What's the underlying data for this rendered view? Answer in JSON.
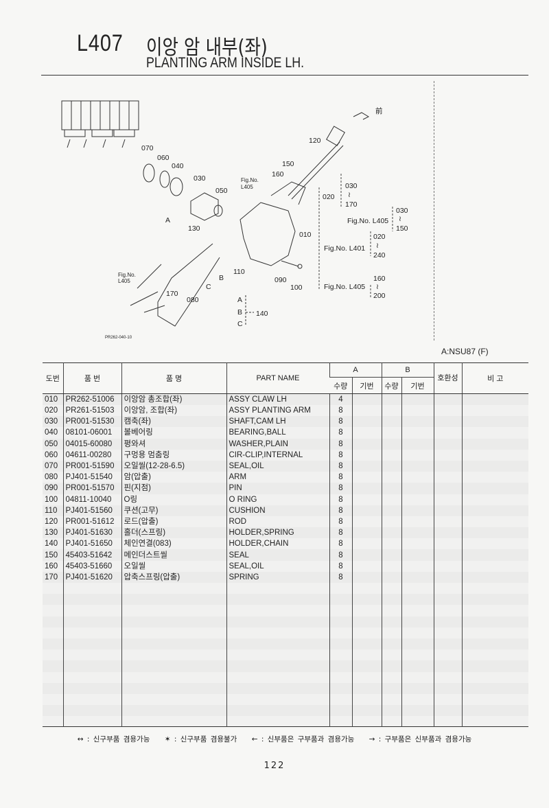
{
  "header": {
    "code": "L407",
    "title_ko": "이앙 암 내부(좌)",
    "title_en": "PLANTING ARM INSIDE LH."
  },
  "diagram": {
    "front_label": "前",
    "callouts": [
      "120",
      "070",
      "060",
      "040",
      "150",
      "160",
      "030",
      "050",
      "Fig.No.",
      "L405",
      "130",
      "A",
      "110",
      "B",
      "C",
      "090",
      "100",
      "170",
      "080",
      "Fig.No.",
      "L405",
      "A",
      "B",
      "C",
      "140"
    ],
    "drawing_code": "PR262-040-10",
    "tree": {
      "n010": "010",
      "n020": "020",
      "r1a": "030",
      "r1b": "170",
      "fig1": "Fig.No. L405",
      "r2a": "030",
      "r2b": "150",
      "fig2": "Fig.No. L401",
      "r3a": "020",
      "r3b": "240",
      "fig3": "Fig.No. L405",
      "r4a": "160",
      "r4b": "200",
      "tilde": "≀"
    }
  },
  "model_label": "A:NSU87 (F)",
  "table": {
    "headers": {
      "ref": "도번",
      "part_no": "품  번",
      "name_ko": "품     명",
      "part_name": "PART NAME",
      "a": "A",
      "b": "B",
      "qty": "수량",
      "serial": "기번",
      "compat": "호환성",
      "remarks": "비   고"
    },
    "rows": [
      {
        "ref": "010",
        "part_no": "PR262-51006",
        "name_ko": "이앙암 총조합(좌)",
        "part_name": "ASSY CLAW LH",
        "qty_a": "4"
      },
      {
        "ref": "020",
        "part_no": "PR261-51503",
        "name_ko": "이앙암, 조합(좌)",
        "part_name": "ASSY PLANTING ARM",
        "qty_a": "8"
      },
      {
        "ref": "030",
        "part_no": "PR001-51530",
        "name_ko": "캠축(좌)",
        "part_name": "SHAFT,CAM LH",
        "qty_a": "8"
      },
      {
        "ref": "040",
        "part_no": "08101-06001",
        "name_ko": "볼베어링",
        "part_name": "BEARING,BALL",
        "qty_a": "8"
      },
      {
        "ref": "050",
        "part_no": "04015-60080",
        "name_ko": "평와셔",
        "part_name": "WASHER,PLAIN",
        "qty_a": "8"
      },
      {
        "ref": "060",
        "part_no": "04611-00280",
        "name_ko": "구멍용 멈춤링",
        "part_name": "CIR-CLIP,INTERNAL",
        "qty_a": "8"
      },
      {
        "ref": "070",
        "part_no": "PR001-51590",
        "name_ko": "오일씰(12-28-6.5)",
        "part_name": "SEAL,OIL",
        "qty_a": "8"
      },
      {
        "ref": "080",
        "part_no": "PJ401-51540",
        "name_ko": "암(압출)",
        "part_name": "ARM",
        "qty_a": "8"
      },
      {
        "ref": "090",
        "part_no": "PR001-51570",
        "name_ko": "핀(지점)",
        "part_name": "PIN",
        "qty_a": "8"
      },
      {
        "ref": "100",
        "part_no": "04811-10040",
        "name_ko": "O링",
        "part_name": "O RING",
        "qty_a": "8"
      },
      {
        "ref": "110",
        "part_no": "PJ401-51560",
        "name_ko": "쿠션(고무)",
        "part_name": "CUSHION",
        "qty_a": "8"
      },
      {
        "ref": "120",
        "part_no": "PR001-51612",
        "name_ko": "로드(압출)",
        "part_name": "ROD",
        "qty_a": "8"
      },
      {
        "ref": "130",
        "part_no": "PJ401-51630",
        "name_ko": "홀더(스프링)",
        "part_name": "HOLDER,SPRING",
        "qty_a": "8"
      },
      {
        "ref": "140",
        "part_no": "PJ401-51650",
        "name_ko": "체인연결(083)",
        "part_name": "HOLDER,CHAIN",
        "qty_a": "8"
      },
      {
        "ref": "150",
        "part_no": "45403-51642",
        "name_ko": "메인더스트씰",
        "part_name": "SEAL",
        "qty_a": "8"
      },
      {
        "ref": "160",
        "part_no": "45403-51660",
        "name_ko": "오일씰",
        "part_name": "SEAL,OIL",
        "qty_a": "8"
      },
      {
        "ref": "170",
        "part_no": "PJ401-51620",
        "name_ko": "압축스프링(압출)",
        "part_name": "SPRING",
        "qty_a": "8"
      }
    ]
  },
  "legend": [
    "↔ : 신구부품 겸용가능",
    "✶ : 신구부품 겸용불가",
    "← : 신부품은 구부품과 겸용가능",
    "→ : 구부품은 신부품과 겸용가능"
  ],
  "page_number": "122"
}
